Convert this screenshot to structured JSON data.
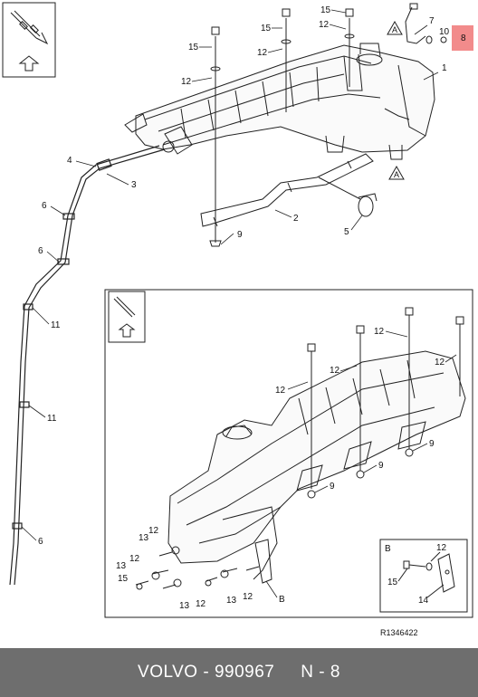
{
  "diagram": {
    "reference": "R1346422",
    "callouts": [
      "1",
      "2",
      "3",
      "4",
      "5",
      "6",
      "7",
      "8",
      "9",
      "10",
      "11",
      "12",
      "13",
      "14",
      "15"
    ],
    "warning_symbol": "A",
    "detail_label": "B",
    "highlight_color": "#f28b8b",
    "icons": [
      "orientation-arrow-icon",
      "warning-triangle-icon"
    ]
  },
  "footer": {
    "brand": "VOLVO",
    "separator": " - ",
    "part_number": "990967",
    "section": "N - 8",
    "background": "#6e6e6e"
  }
}
